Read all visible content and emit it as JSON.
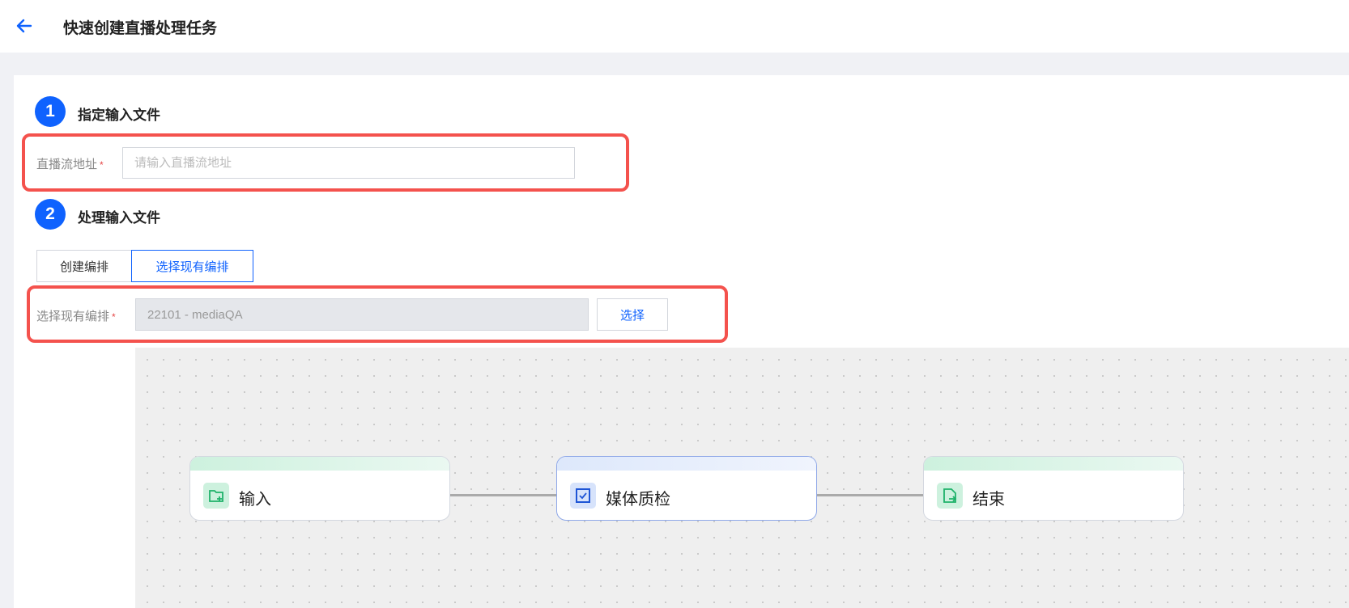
{
  "header": {
    "title": "快速创建直播处理任务"
  },
  "step1": {
    "number": "1",
    "title": "指定输入文件",
    "field_label": "直播流地址",
    "required": "*",
    "placeholder": "请输入直播流地址"
  },
  "step2": {
    "number": "2",
    "title": "处理输入文件",
    "tabs": [
      {
        "label": "创建编排"
      },
      {
        "label": "选择现有编排"
      }
    ],
    "field_label": "选择现有编排",
    "required": "*",
    "value": "22101 - mediaQA",
    "select_button": "选择"
  },
  "workflow": {
    "nodes": [
      {
        "label": "输入",
        "icon": "folder-add-icon"
      },
      {
        "label": "媒体质检",
        "icon": "checkbox-icon"
      },
      {
        "label": "结束",
        "icon": "file-export-icon"
      }
    ]
  },
  "colors": {
    "accent": "#0f62fe",
    "highlight": "#f4524d",
    "green": "#1fb26a"
  }
}
